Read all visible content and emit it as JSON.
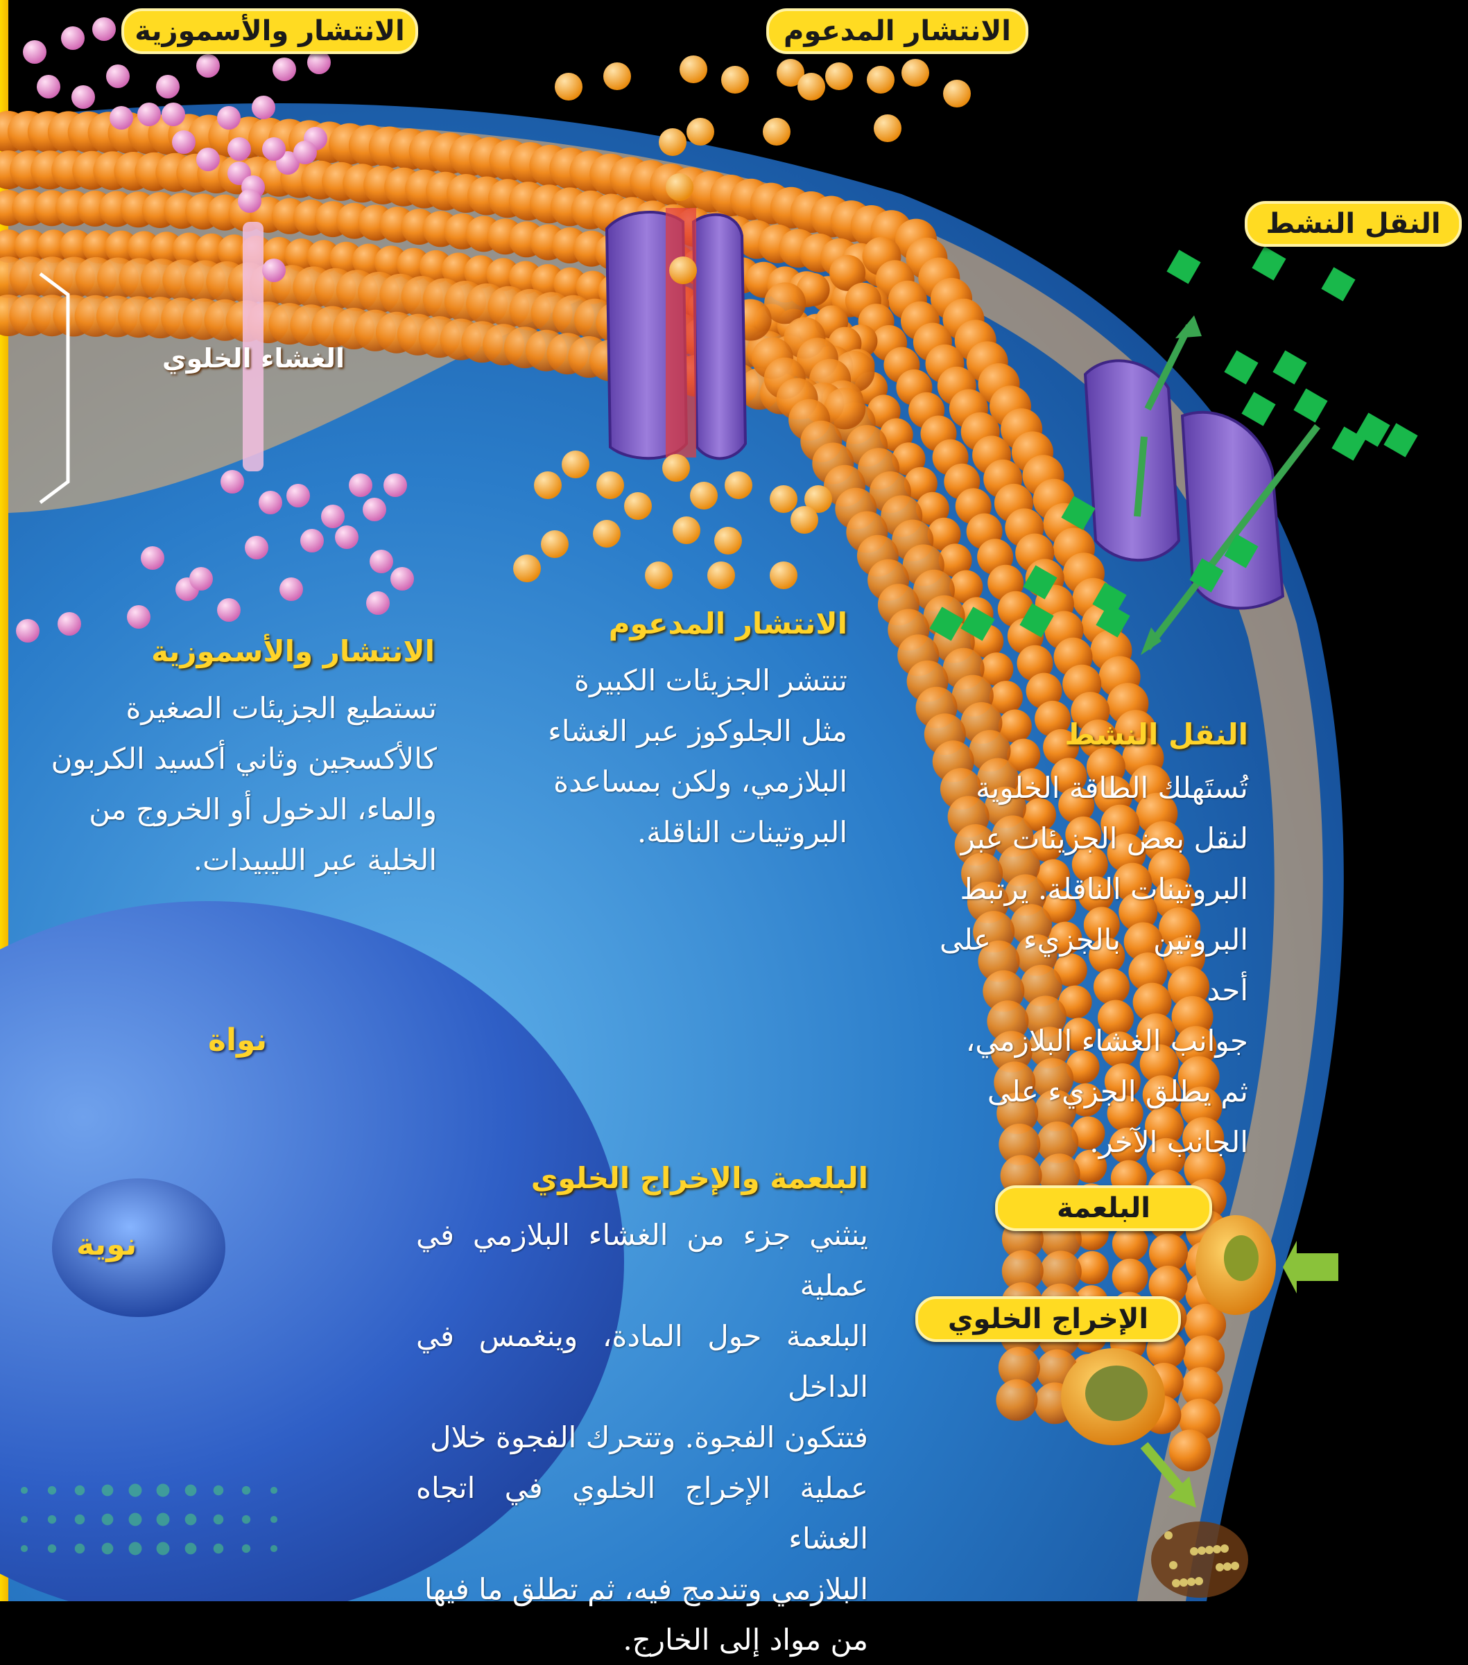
{
  "colors": {
    "label_pill": "#ffdb22",
    "heading": "#ffd42a",
    "phospholipid_head": "#f08a1e",
    "cytoplasm": "#1f6fc1",
    "nucleus": "#2e5fc8",
    "water_oxygen_molecule": "#e88ccc",
    "glucose_molecule": "#ffa21a",
    "active_transport_molecule": "#19b84b",
    "transport_protein": "#7d5cc4"
  },
  "top_labels": {
    "diffusion_osmosis": "الانتشار والأسموزية",
    "facilitated_diffusion": "الانتشار المدعوم",
    "active_transport": "النقل النشط",
    "endocytosis": "البلعمة",
    "exocytosis": "الإخراج الخلوي"
  },
  "membrane_label": "الغشاء الخلوي",
  "sections": {
    "diffusion": {
      "title": "الانتشار والأسموزية",
      "lines": [
        "تستطيع الجزيئات الصغيرة",
        "كالأكسجين وثاني أكسيد الكربون",
        "والماء، الدخول أو الخروج من",
        "الخلية عبر الليبيدات."
      ]
    },
    "facilitated": {
      "title": "الانتشار المدعوم",
      "lines": [
        "تنتشر الجزيئات الكبيرة",
        "مثل الجلوكوز عبر الغشاء",
        "البلازمي، ولكن بمساعدة",
        "البروتينات الناقلة."
      ]
    },
    "active": {
      "title": "النقل النشط",
      "lines": [
        "تُستَهلك الطاقة الخلوية",
        "لنقل بعض الجزيئات عبر",
        "البروتينات الناقلة. يرتبط",
        "البروتين بالجزيء على أحد",
        "جوانب الغشاء البلازمي،",
        "ثم يطلق الجزيء على",
        "الجانب الآخر."
      ]
    },
    "endo_exo": {
      "title": "البلعمة والإخراج الخلوي",
      "lines": [
        "ينثني جزء من الغشاء البلازمي في عملية",
        "البلعمة حول المادة، وينغمس في الداخل",
        "فتتكون الفجوة. وتتحرك الفجوة خلال",
        "عملية الإخراج الخلوي في اتجاه الغشاء",
        "البلازمي وتندمج فيه، ثم تطلق ما فيها",
        "من مواد إلى الخارج."
      ]
    }
  },
  "nucleus_label": "نواة",
  "nucleolus_label": "نوية"
}
